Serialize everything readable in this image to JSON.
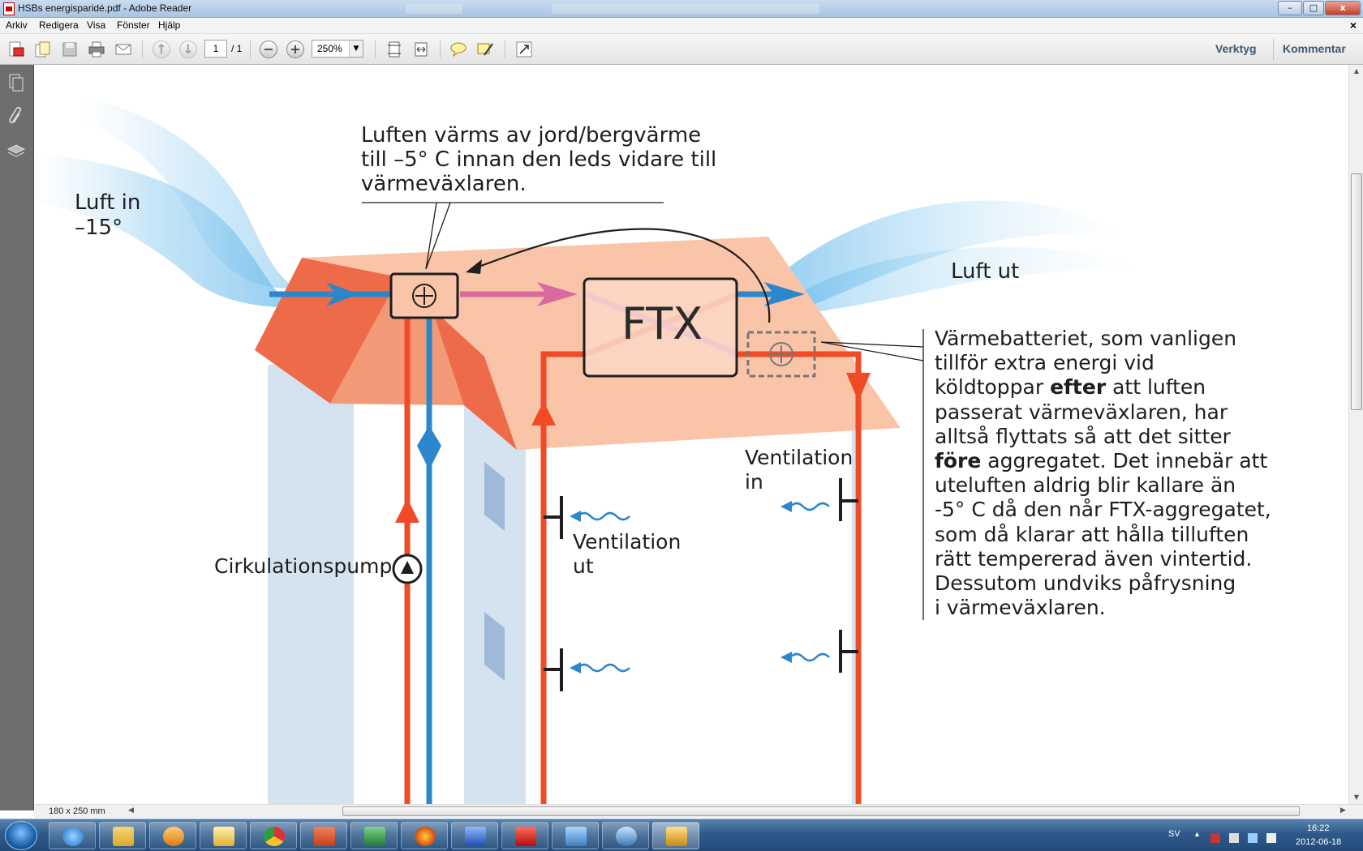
{
  "window": {
    "title": "HSBs energisparidé.pdf - Adobe Reader",
    "controls": {
      "minimize": "–",
      "maximize": "□",
      "close": "x"
    }
  },
  "menu": {
    "items": [
      "Arkiv",
      "Redigera",
      "Visa",
      "Fönster",
      "Hjälp"
    ],
    "close": "×"
  },
  "toolbar": {
    "page_current": "1",
    "page_total": "/ 1",
    "zoom": "250%",
    "tools_label": "Verktyg",
    "comment_label": "Kommentar"
  },
  "document": {
    "label_air_in": "Luft in",
    "label_air_in_temp": "–15°",
    "note_ground_heat_lines": [
      "Luften värms av jord/bergvärme",
      "till –5° C innan den leds vidare till",
      "värmeväxlaren."
    ],
    "label_ftx": "FTX",
    "label_air_out": "Luft ut",
    "note_battery_lines": [
      [
        "Värmebatteriet, som vanligen"
      ],
      [
        "tillför extra energi vid"
      ],
      [
        "köldtoppar ",
        {
          "b": "efter"
        },
        " att luften"
      ],
      [
        "passerat värmeväxlaren, har"
      ],
      [
        "alltså flyttats så att det sitter"
      ],
      [
        {
          "b": "före"
        },
        " aggregatet. Det innebär att"
      ],
      [
        "uteluften aldrig blir kallare än"
      ],
      [
        "-5° C då den når FTX-aggregatet,"
      ],
      [
        "som då klarar att hålla tilluften"
      ],
      [
        "rätt tempererad även vintertid."
      ],
      [
        "Dessutom undviks påfrysning"
      ],
      [
        "i värmeväxlaren."
      ]
    ],
    "label_ventilation_in": [
      "Ventilation",
      "in"
    ],
    "label_ventilation_out": [
      "Ventilation",
      "ut"
    ],
    "label_pump": "Cirkulationspump"
  },
  "statusbar": {
    "page_size": "180 x 250 mm"
  },
  "taskbar": {
    "language": "SV",
    "time": "16:22",
    "date": "2012-06-18"
  },
  "colors": {
    "roof": "#f9c4a8",
    "roof_dark": "#ee6b4a",
    "pipe_warm": "#f04a26",
    "pipe_cold": "#2c86cc",
    "pipe_mixed": "#d96aa0",
    "wall": "#d5e3f1"
  }
}
